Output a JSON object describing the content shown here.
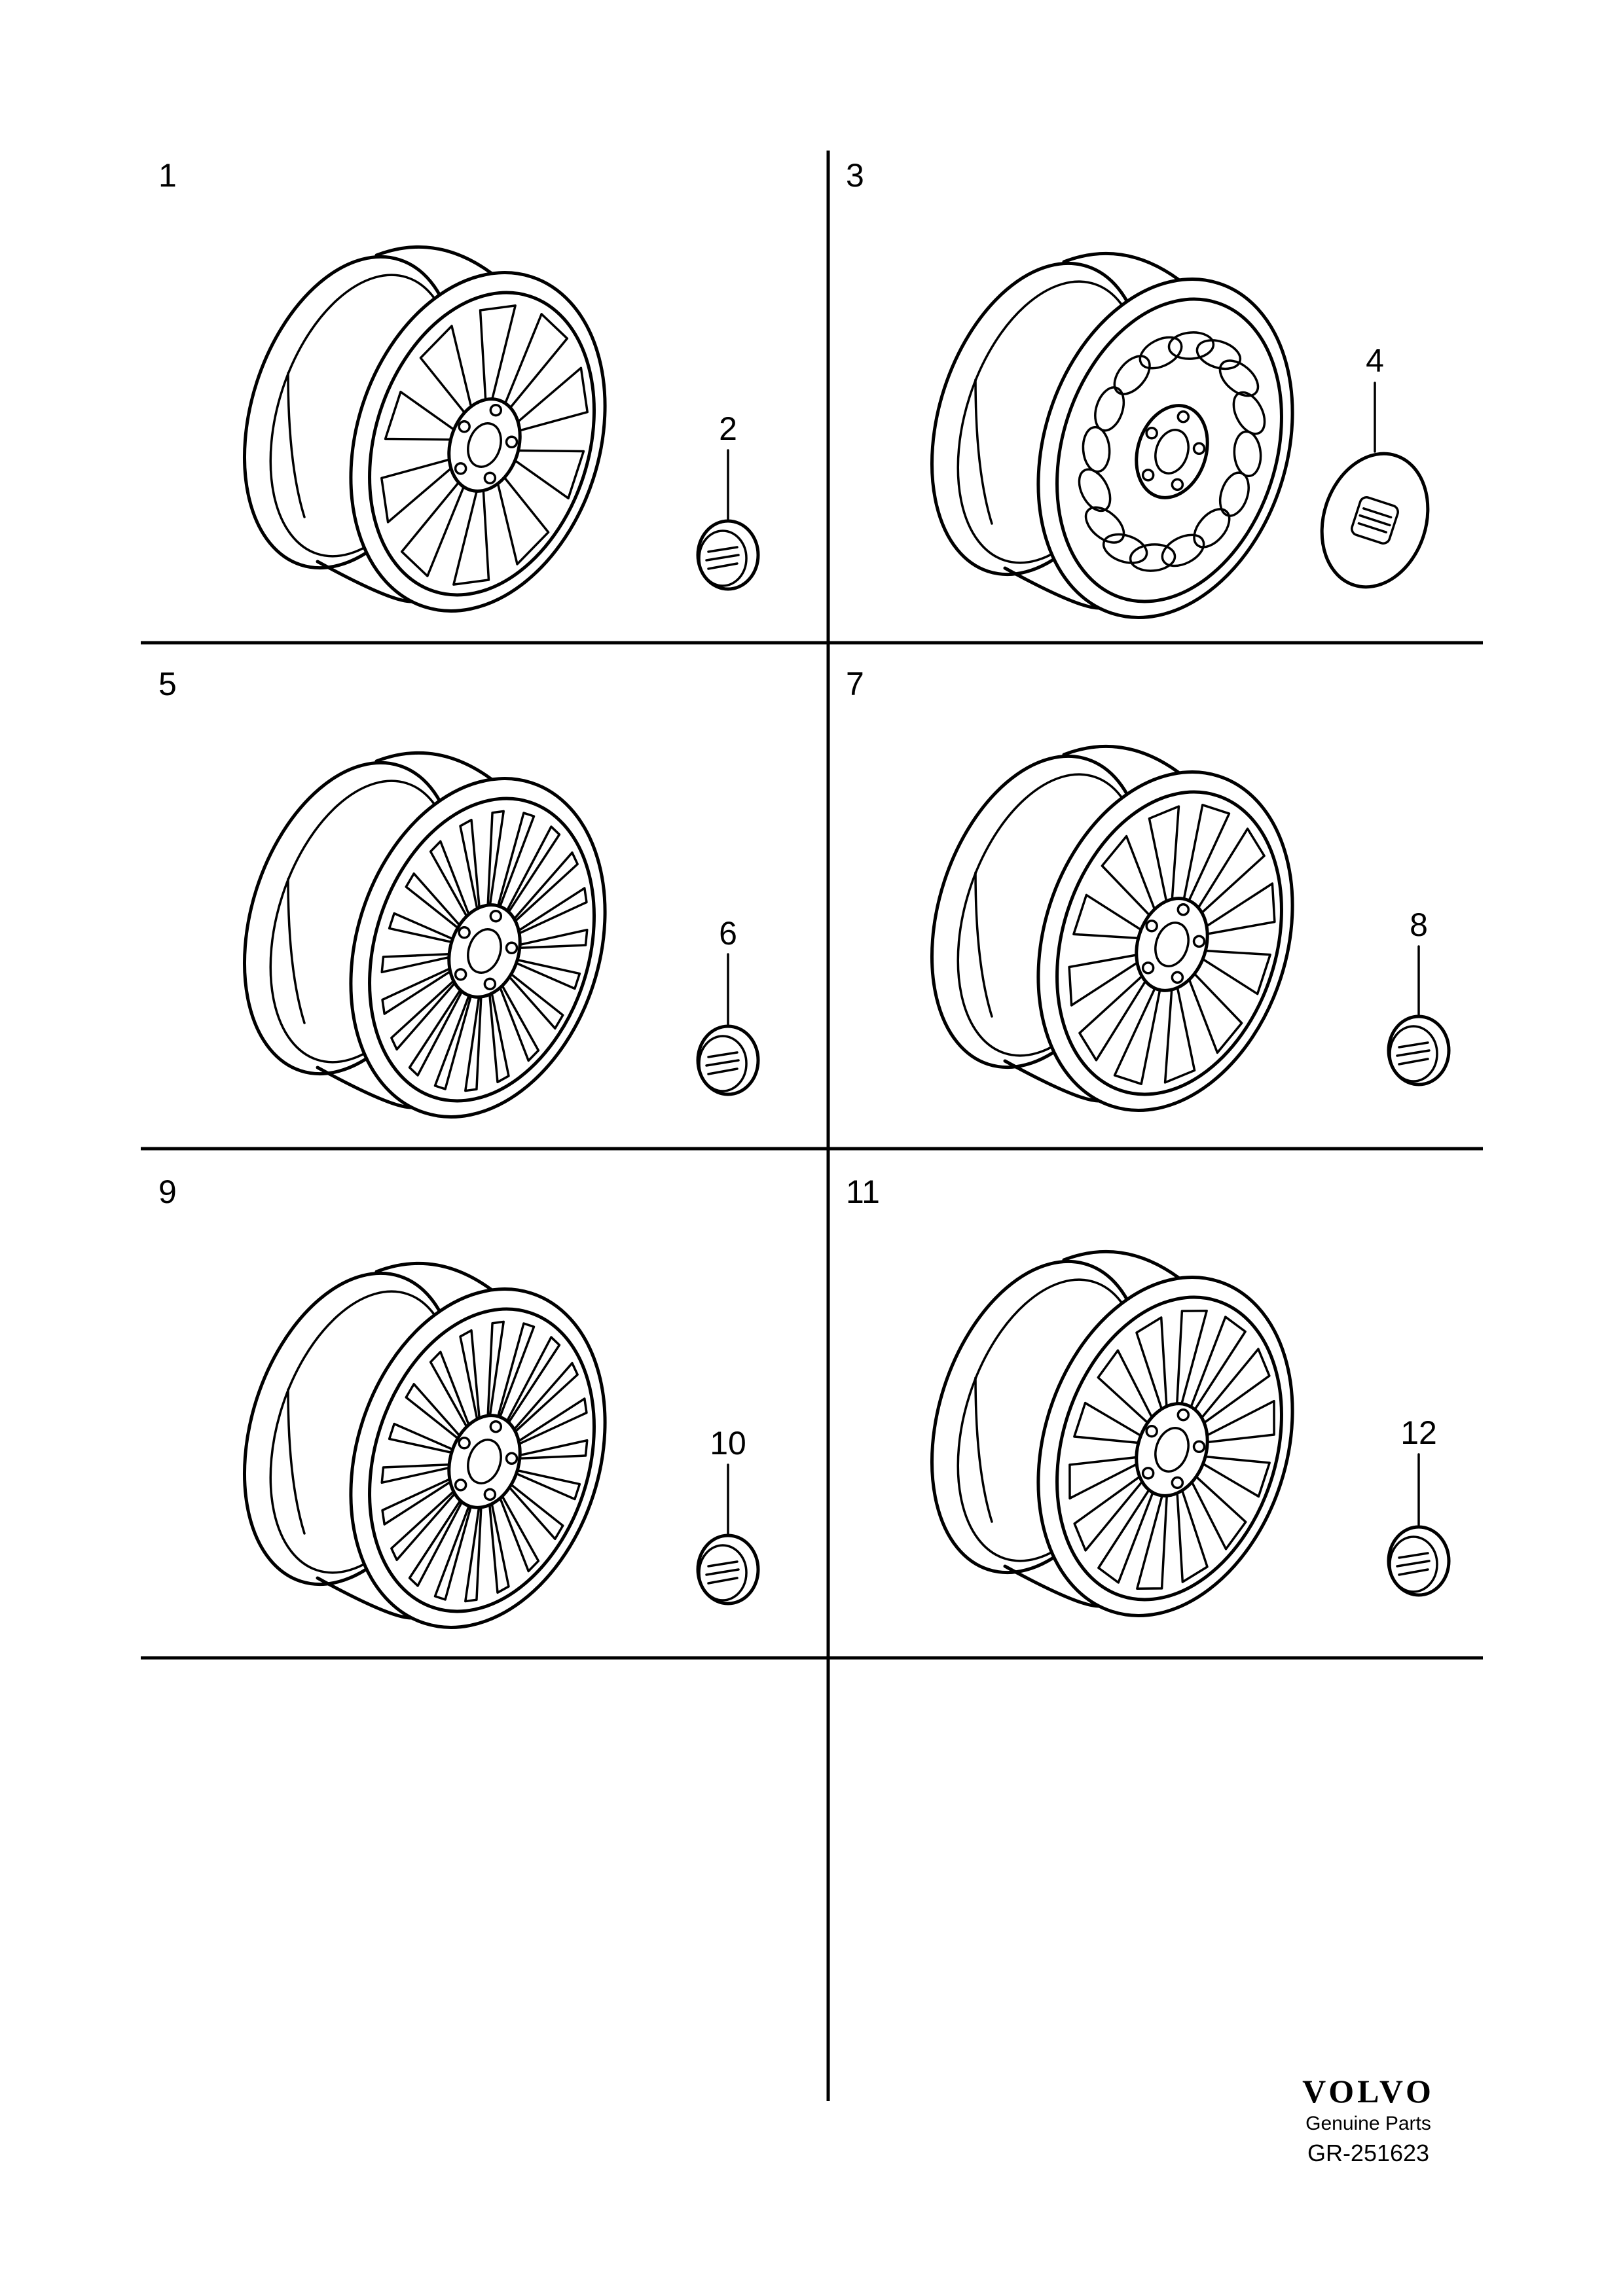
{
  "items": [
    {
      "num": "1",
      "kind": "wheel",
      "spokes": 10,
      "style": "double-y"
    },
    {
      "num": "2",
      "kind": "center-cap"
    },
    {
      "num": "3",
      "kind": "wheel",
      "spokes": 16,
      "style": "window"
    },
    {
      "num": "4",
      "kind": "hub-cover"
    },
    {
      "num": "5",
      "kind": "wheel",
      "spokes": 20,
      "style": "multi-spoke"
    },
    {
      "num": "6",
      "kind": "center-cap"
    },
    {
      "num": "7",
      "kind": "wheel",
      "spokes": 12,
      "style": "double-y"
    },
    {
      "num": "8",
      "kind": "center-cap"
    },
    {
      "num": "9",
      "kind": "wheel",
      "spokes": 20,
      "style": "multi-spoke"
    },
    {
      "num": "10",
      "kind": "center-cap"
    },
    {
      "num": "11",
      "kind": "wheel",
      "spokes": 14,
      "style": "double-y"
    },
    {
      "num": "12",
      "kind": "center-cap"
    }
  ],
  "brand": {
    "logo_text": "VOLVO",
    "subtitle": "Genuine Parts",
    "reference": "GR-251623"
  }
}
